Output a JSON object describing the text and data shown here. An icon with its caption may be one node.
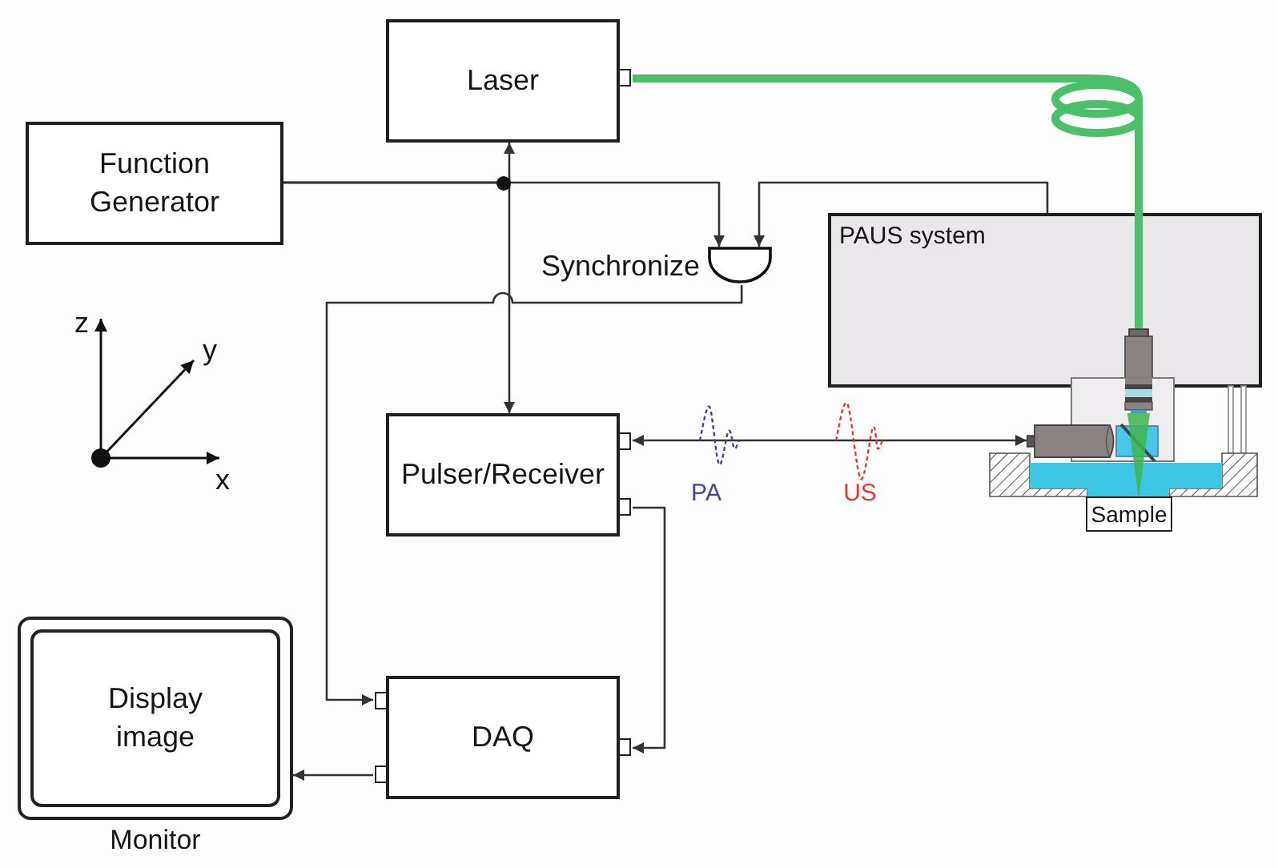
{
  "diagram": {
    "nodes": [
      {
        "text": [
          "Laser"
        ]
      },
      {
        "text": [
          "Function Generator"
        ]
      },
      {
        "text": [
          "Synchronize"
        ]
      },
      {
        "text": [
          "PAUS system"
        ]
      },
      {
        "text": [],
        "shape": "cylinder",
        "in": 3
      },
      {
        "text": [
          "Pulser/Receiver"
        ]
      },
      {
        "text": [],
        "shape": "cylinder"
      },
      {
        "text": [
          "Sample"
        ]
      },
      {
        "text": [
          "Monitor"
        ]
      },
      {
        "text": [
          "Display image"
        ],
        "in": 8
      },
      {
        "text": [
          "DAQ"
        ]
      }
    ],
    "edges": [
      {
        "from": 1,
        "to": 0,
        "arrow": "to"
      },
      {
        "from": 1,
        "to": 5,
        "arrow": "to"
      },
      {
        "from": 1,
        "to": 2,
        "arrow": "to"
      },
      {
        "from": 3,
        "to": 2,
        "arrow": "to"
      },
      {
        "from": 2,
        "to": 10,
        "arrow": "to"
      },
      {
        "from": 5,
        "to": 10,
        "arrow": "to"
      },
      {
        "from": 10,
        "to": 8,
        "arrow": "to"
      },
      {
        "from": 5,
        "to": 6,
        "arrow": "both"
      },
      {
        "from": 0,
        "to": 4,
        "arrow": "none",
        "style": "thick",
        "color": "#4cbf6b"
      }
    ],
    "labels": [
      "z",
      "y",
      "x",
      "PA",
      "US"
    ]
  }
}
